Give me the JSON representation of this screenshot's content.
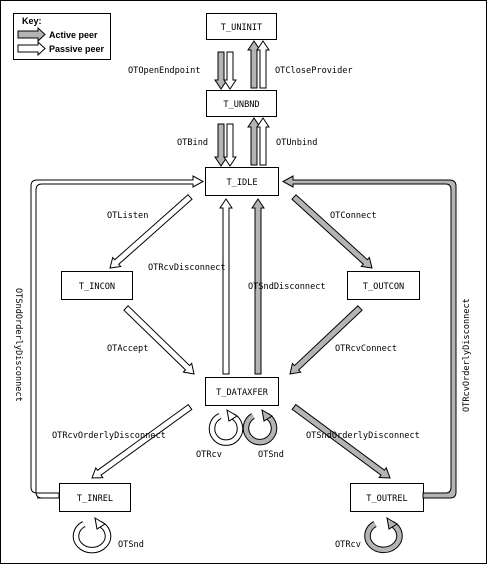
{
  "key": {
    "title": "Key:",
    "active_label": "Active peer",
    "passive_label": "Passive peer",
    "active_fill": "#b4b4b4",
    "passive_fill": "#ffffff"
  },
  "states": {
    "uninit": "T_UNINIT",
    "unbnd": "T_UNBND",
    "idle": "T_IDLE",
    "incon": "T_INCON",
    "outcon": "T_OUTCON",
    "dataxfer": "T_DATAXFER",
    "inrel": "T_INREL",
    "outrel": "T_OUTREL"
  },
  "transitions": {
    "open_endpoint": "OTOpenEndpoint",
    "close_provider": "OTCloseProvider",
    "bind": "OTBind",
    "unbind": "OTUnbind",
    "listen": "OTListen",
    "connect": "OTConnect",
    "rcv_disconnect": "OTRcvDisconnect",
    "snd_disconnect": "OTSndDisconnect",
    "accept": "OTAccept",
    "rcv_connect": "OTRcvConnect",
    "rcv_orderly_disconnect_left": "OTRcvOrderlyDisconnect",
    "snd_orderly_disconnect_right": "OTSndOrderlyDisconnect",
    "rcv_dataxfer": "OTRcv",
    "snd_dataxfer": "OTSnd",
    "snd_inrel": "OTSnd",
    "rcv_outrel": "OTRcv",
    "snd_orderly_disconnect_side": "OTSndOrderlyDisconnect",
    "rcv_orderly_disconnect_side": "OTRcvOrderlyDisconnect"
  }
}
